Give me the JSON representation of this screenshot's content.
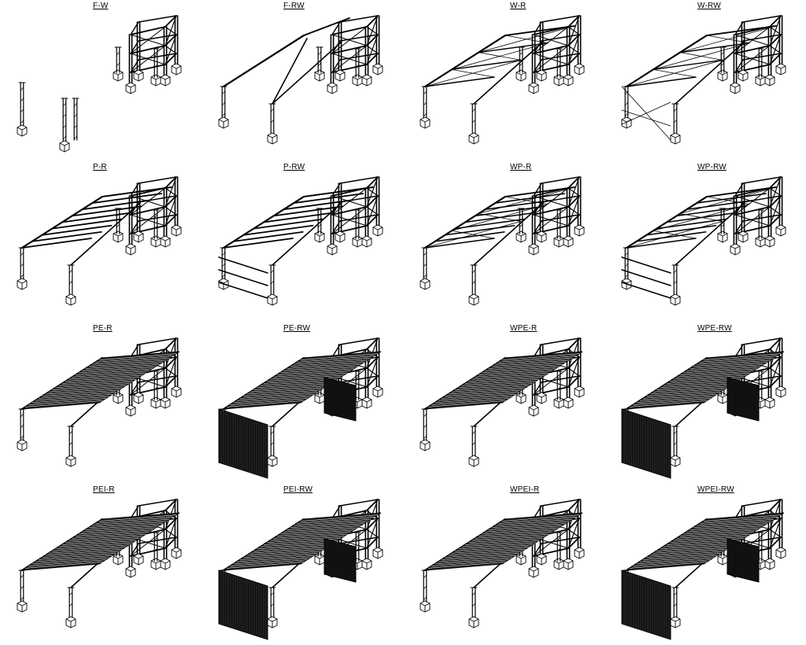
{
  "figure": {
    "panels": [
      {
        "label": "F-W",
        "frame": "fragment",
        "roof": "none",
        "side": "none"
      },
      {
        "label": "F-RW",
        "frame": "fragment",
        "roof": "rafter",
        "side": "rafter"
      },
      {
        "label": "W-R",
        "frame": "wall",
        "roof": "xbrace",
        "side": "none"
      },
      {
        "label": "W-RW",
        "frame": "wall",
        "roof": "xbrace",
        "side": "xbrace"
      },
      {
        "label": "P-R",
        "frame": "full",
        "roof": "purlin",
        "side": "none"
      },
      {
        "label": "P-RW",
        "frame": "full",
        "roof": "purlin",
        "side": "purlin"
      },
      {
        "label": "WP-R",
        "frame": "full",
        "roof": "wpurlin",
        "side": "none"
      },
      {
        "label": "WP-RW",
        "frame": "full",
        "roof": "wpurlin",
        "side": "wpurlin"
      },
      {
        "label": "PE-R",
        "frame": "full",
        "roof": "panel",
        "side": "none"
      },
      {
        "label": "PE-RW",
        "frame": "full",
        "roof": "panel",
        "side": "panel"
      },
      {
        "label": "WPE-R",
        "frame": "full",
        "roof": "panel",
        "side": "none"
      },
      {
        "label": "WPE-RW",
        "frame": "full",
        "roof": "panel",
        "side": "panel"
      },
      {
        "label": "PEI-R",
        "frame": "full",
        "roof": "panel",
        "side": "none"
      },
      {
        "label": "PEI-RW",
        "frame": "full",
        "roof": "panel",
        "side": "panel"
      },
      {
        "label": "WPEI-R",
        "frame": "full",
        "roof": "panel",
        "side": "none"
      },
      {
        "label": "WPEI-RW",
        "frame": "full",
        "roof": "panel",
        "side": "panel"
      }
    ]
  }
}
